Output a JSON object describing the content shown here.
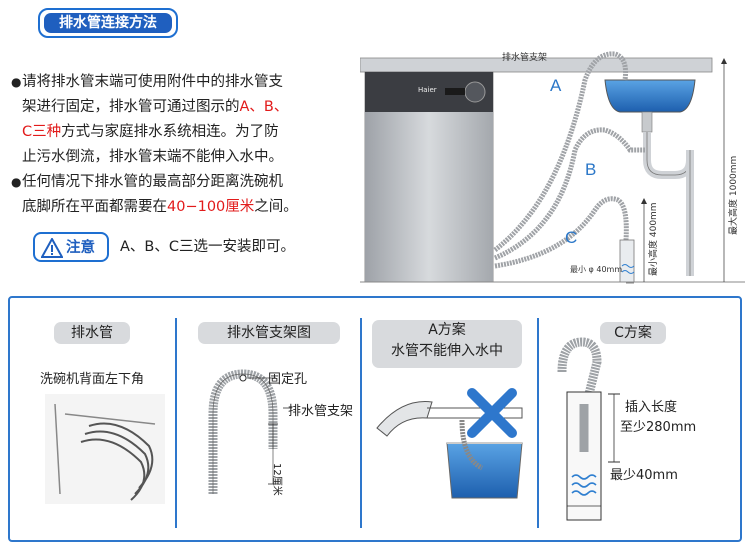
{
  "header": {
    "title": "排水管连接方法"
  },
  "instructions": {
    "p1_line1": "请将排水管末端可使用附件中的排水管支",
    "p1_line2_a": "架进行固定，排水管可通过图示的",
    "p1_line2_red": "A、B、",
    "p1_line3_red": "C三种",
    "p1_line3_b": "方式与家庭排水系统相连。为了防",
    "p1_line4": "止污水倒流，排水管末端不能伸入水中。",
    "p2_line1": "任何情况下排水管的最高部分距离洗碗机",
    "p2_line2_a": "底脚所在平面都需要在",
    "p2_line2_red": "40−100厘米",
    "p2_line2_b": "之间。"
  },
  "notice": {
    "label": "注意",
    "text": "A、B、C三选一安装即可。"
  },
  "diagram": {
    "hose_bracket_label": "排水管支架",
    "brand": "Haier",
    "option_a": "A",
    "option_b": "B",
    "option_c": "C",
    "max_height_label": "最大高度 1000mm",
    "min_height_label": "最小高度 400mm",
    "min_diameter_label": "最小 φ 40mm"
  },
  "panel": {
    "section1": {
      "title": "排水管",
      "caption": "洗碗机背面左下角"
    },
    "section2": {
      "title": "排水管支架图",
      "fixing_hole": "固定孔",
      "bracket": "排水管支架",
      "length": "12厘米"
    },
    "section3": {
      "title_line1": "A方案",
      "title_line2": "水管不能伸入水中"
    },
    "section4": {
      "title": "C方案",
      "insert_line1": "插入长度",
      "insert_line2": "至少280mm",
      "min_width": "最少40mm"
    }
  },
  "colors": {
    "accent_blue": "#1f5fbf",
    "warning_red": "#e21b1b",
    "water_blue": "#2f7fd0",
    "cross_blue": "#2e77cc"
  }
}
